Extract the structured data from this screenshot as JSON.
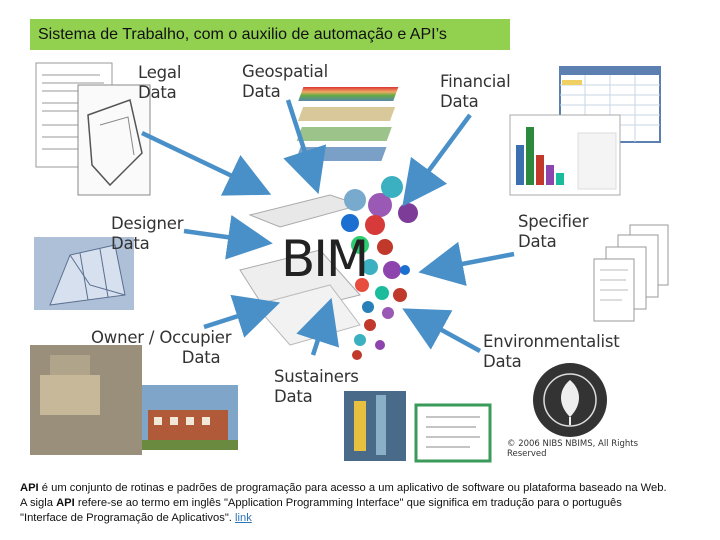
{
  "title": "Sistema de Trabalho, com o auxilio de automação e API’s",
  "diagram": {
    "center": "BIM",
    "labels": {
      "legal": "Legal\nData",
      "geospatial": "Geospatial\nData",
      "financial": "Financial\nData",
      "designer": "Designer\nData",
      "specifier": "Specifier\nData",
      "owner": "Owner / Occupier\n                  Data",
      "sustainers": "Sustainers\nData",
      "environmentalist": "Environmentalist\nData"
    },
    "copyright": "© 2006 NIBS NBIMS, All Rights Reserved",
    "arrow_color": "#4a90c8"
  },
  "footer": {
    "line1_bold": "API",
    "line1_text": " é um conjunto de rotinas e padrões de programação para acesso a um aplicativo de software ou plataforma baseado na Web.",
    "line2_pre": "A sigla ",
    "line2_bold": "API",
    "line2_text": " refere-se ao termo em inglês \"Application Programming Interface\" que significa em tradução para o português",
    "line3_text": "\"Interface de Programação de Aplicativos\". ",
    "link_text": "link"
  }
}
